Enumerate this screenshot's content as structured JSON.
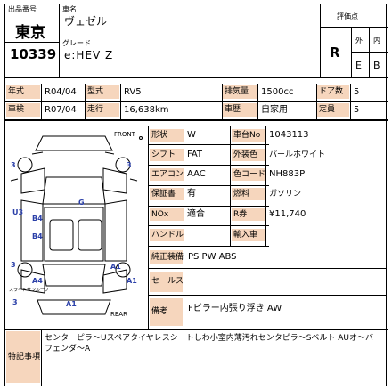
{
  "header": {
    "lot_label": "出品番号",
    "venue": "東京",
    "lot_number": "10339",
    "model_label": "車名",
    "model": "ヴェゼル",
    "grade_label": "グレード",
    "grade": "e:HEV Z",
    "score_label": "評価点",
    "score": "R",
    "exterior_label": "外",
    "interior_label": "内",
    "exterior_grade": "E",
    "interior_grade": "B"
  },
  "specs": {
    "year_label": "年式",
    "year": "R04/04",
    "type_label": "型式",
    "type": "RV5",
    "displacement_label": "排気量",
    "displacement": "1500cc",
    "doors_label": "ドア数",
    "doors": "5",
    "inspection_label": "車検",
    "inspection": "R07/04",
    "mileage_label": "走行",
    "mileage": "16,638km",
    "plate_label": "車歴",
    "plate": "自家用",
    "seats_label": "定員",
    "seats": "5"
  },
  "details": {
    "shape_label": "形状",
    "shape": "W",
    "chassis_label": "車台No",
    "chassis": "1043113",
    "shift_label": "シフト",
    "shift": "FAT",
    "color_label": "外装色",
    "color": "パールホワイト",
    "ac_label": "エアコン",
    "ac": "AAC",
    "color_code_label": "色コード",
    "color_code": "NH883P",
    "warranty_label": "保証書",
    "warranty": "有",
    "fuel_label": "燃料",
    "fuel": "ガソリン",
    "nox_label": "NOx",
    "nox": "適合",
    "recycle_label": "R券",
    "recycle": "¥11,740",
    "steering_label": "ハンドル",
    "steering": "",
    "import_label": "輸入車",
    "import": "",
    "equipment_label": "純正装備",
    "equipment": "PS PW ABS",
    "sales_label": "セールス",
    "sales": "",
    "notes_label": "備考",
    "notes": "Fピラー内張り浮き AW"
  },
  "diagram": {
    "front_label": "FRONT",
    "rear_label": "REAR",
    "sunroof_label": "スライドサンルーフ",
    "marks": [
      "3",
      "3",
      "G",
      "U3",
      "B4",
      "B4",
      "3",
      "A1",
      "A4",
      "A1",
      "3",
      "A1"
    ]
  },
  "remarks": {
    "label": "特記事項",
    "text": "センターピラ～Uスペアタイヤレスシートしわ小室内薄汚れセンタピラ～Sベルト AUオ～バーフェンダ～A"
  },
  "colors": {
    "label_bg": "#f6d6bd",
    "damage_mark": "#2a3fa8"
  }
}
